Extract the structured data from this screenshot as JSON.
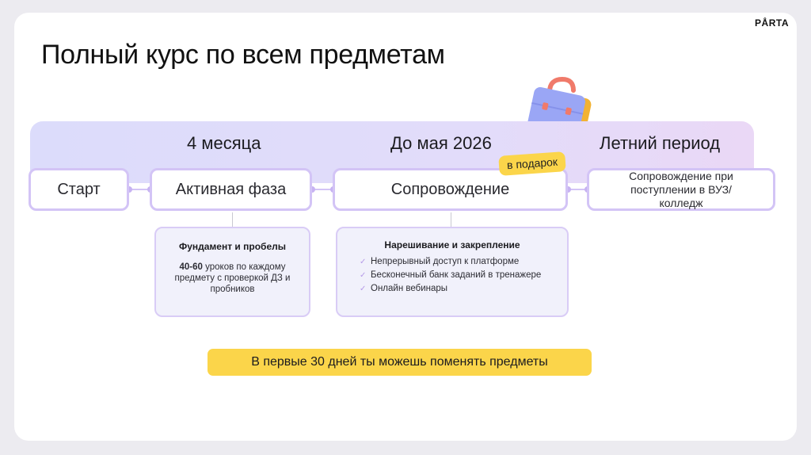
{
  "logo": "PÅRTA",
  "title": "Полный курс по всем предметам",
  "phases": {
    "months": "4 месяца",
    "until": "До мая 2026",
    "summer": "Летний период"
  },
  "nodes": {
    "start": "Старт",
    "active": "Активная фаза",
    "support": "Сопровождение",
    "admission": "Сопровождение при поступлении в ВУЗ/колледж"
  },
  "gift_badge": "в подарок",
  "card_foundation": {
    "title": "Фундамент и пробелы",
    "count": "40-60",
    "text": "уроков по каждому предмету с проверкой ДЗ и пробников"
  },
  "card_practice": {
    "title": "Нарешивание и закрепление",
    "items": [
      "Непрерывный доступ к платформе",
      "Бесконечный банк заданий в тренажере",
      "Онлайн вебинары"
    ]
  },
  "banner": "В первые 30 дней ты можешь поменять предметы",
  "icons": {
    "briefcase": "briefcase-icon",
    "check": "checkmark-icon"
  },
  "colors": {
    "accent_purple": "#d3c4f6",
    "band": "#dcdcfb",
    "yellow": "#fbd54a"
  }
}
